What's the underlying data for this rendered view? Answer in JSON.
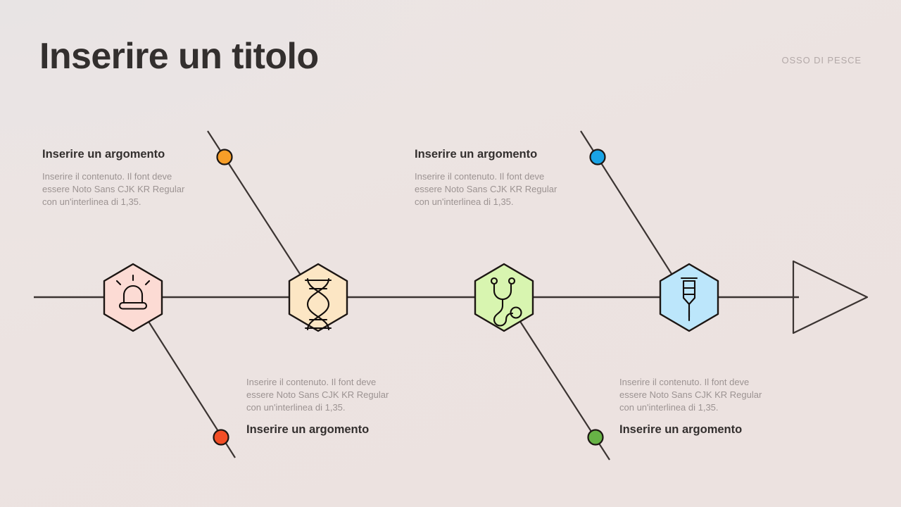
{
  "slide": {
    "title": "Inserire un titolo",
    "corner_label": "OSSO DI PESCE",
    "background_color": "#ece3e1",
    "line_color": "#3b3432",
    "title_color": "#332f2e",
    "body_color": "#9c9392"
  },
  "body_text": "Inserire il contenuto. Il font deve\nessere Noto Sans CJK KR Regular\ncon un'interlinea di 1,35.",
  "branches": [
    {
      "id": "branch-1",
      "position": "top-left",
      "title": "Inserire un argomento",
      "body": "Inserire il contenuto. Il font deve\nessere Noto Sans CJK KR Regular\ncon un'interlinea di 1,35.",
      "dot_color": "#f79e28",
      "node_icon": "dna-icon",
      "node_fill": "#fce6c4",
      "node_border": "#1c1613"
    },
    {
      "id": "branch-2",
      "position": "bottom-left",
      "title": "Inserire un argomento",
      "body": "Inserire il contenuto. Il font deve\nessere Noto Sans CJK KR Regular\ncon un'interlinea di 1,35.",
      "dot_color": "#f24e26",
      "node_icon": "alarm-light-icon",
      "node_fill": "#fcdbd4",
      "node_border": "#1c1613"
    },
    {
      "id": "branch-3",
      "position": "top-right",
      "title": "Inserire un argomento",
      "body": "Inserire il contenuto. Il font deve\nessere Noto Sans CJK KR Regular\ncon un'interlinea di 1,35.",
      "dot_color": "#19a3e5",
      "node_icon": "syringe-icon",
      "node_fill": "#bce6fb",
      "node_border": "#1c1613"
    },
    {
      "id": "branch-4",
      "position": "bottom-right",
      "title": "Inserire un argomento",
      "body": "Inserire il contenuto. Il font deve\nessere Noto Sans CJK KR Regular\ncon un'interlinea di 1,35.",
      "dot_color": "#67b346",
      "node_icon": "stethoscope-icon",
      "node_fill": "#d8f5b0",
      "node_border": "#1c1613"
    }
  ],
  "nodes": [
    {
      "id": "node-1",
      "icon": "alarm-light-icon",
      "fill": "#fcdbd4"
    },
    {
      "id": "node-2",
      "icon": "dna-icon",
      "fill": "#fce6c4"
    },
    {
      "id": "node-3",
      "icon": "stethoscope-icon",
      "fill": "#d8f5b0"
    },
    {
      "id": "node-4",
      "icon": "syringe-icon",
      "fill": "#bce6fb"
    }
  ],
  "arrowhead": {
    "name": "arrow-head",
    "filled": false
  }
}
